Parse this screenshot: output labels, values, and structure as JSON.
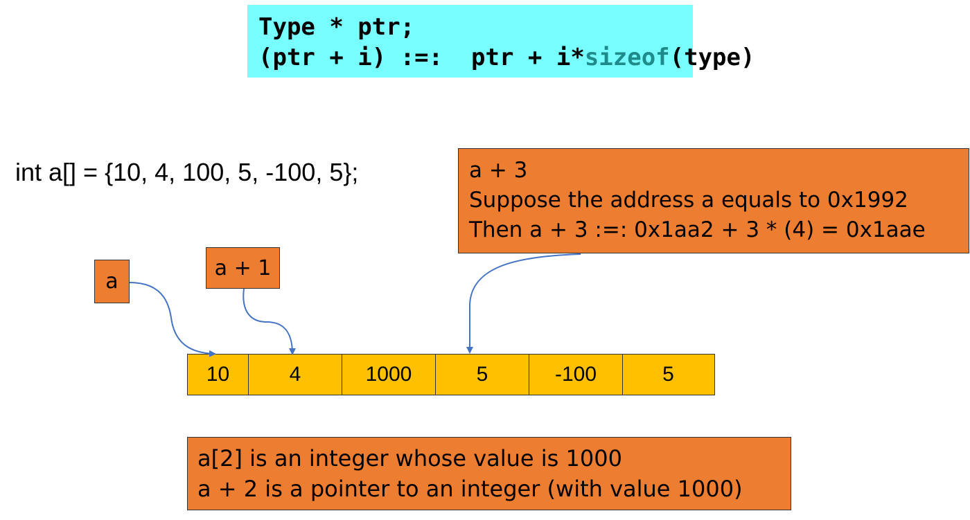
{
  "code": {
    "line1": "Type * ptr;",
    "line2_prefix": "(ptr + i) :=:  ptr + i*",
    "line2_keyword": "sizeof",
    "line2_suffix": "(type)"
  },
  "declaration": "int a[] = {10, 4, 100, 5, -100, 5};",
  "labels": {
    "a": "a",
    "a_plus_1": "a + 1"
  },
  "note_a3": {
    "line1": "a + 3",
    "line2": "Suppose the address a equals to 0x1992",
    "line3": "Then a + 3 :=: 0x1aa2 + 3 * (4) = 0x1aae"
  },
  "array_cells": [
    "10",
    "4",
    "1000",
    "5",
    "-100",
    "5"
  ],
  "note_a2": {
    "line1": "a[2] is an integer whose value is 1000",
    "line2": "a + 2 is a pointer to an integer (with value 1000)"
  },
  "colors": {
    "code_bg": "#77FEFF",
    "keyword": "#1F8A8A",
    "note_bg": "#ED7D31",
    "cell_bg": "#FFC000",
    "arrow": "#4472C4"
  }
}
